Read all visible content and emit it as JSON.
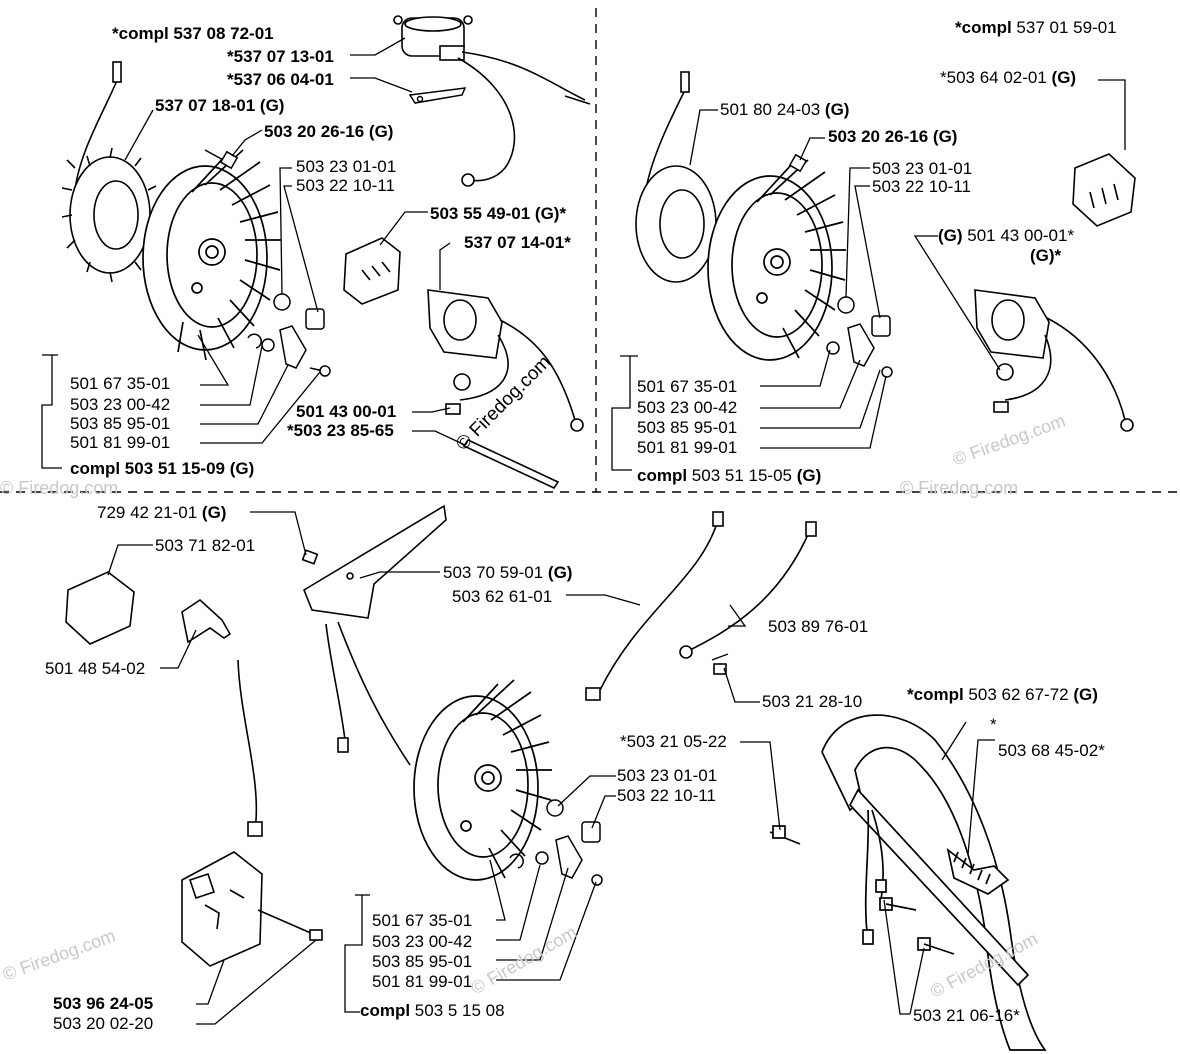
{
  "watermark": "© Firedog.com",
  "labels": {
    "compl_537_08_72_01": "*compl 537 08 72-01",
    "p537_07_13_01": "*537 07 13-01",
    "p537_06_04_01": "*537 06 04-01",
    "p537_07_18_01": "537 07 18-01 (G)",
    "tl_503_20_26_16": "503 20 26-16 (G)",
    "tl_503_23_01_01": "503 23 01-01",
    "tl_503_22_10_11": "503 22 10-11",
    "p503_55_49_01": "503 55 49-01 (G)*",
    "p537_07_14_01": "537 07 14-01*",
    "tl_501_67_35_01": "501 67 35-01",
    "tl_503_23_00_42": "503 23 00-42",
    "tl_503_85_95_01": "503 85 95-01",
    "tl_501_81_99_01": "501 81 99-01",
    "p501_43_00_01": "501 43 00-01",
    "p503_23_85_65": "*503 23 85-65",
    "compl_503_51_15_09": "compl 503 51 15-09 (G)",
    "compl_537_01_59_01_pre": "*compl",
    "compl_537_01_59_01_num": " 537 01 59-01",
    "p503_64_02_01_num": "*503 64 02-01 ",
    "p503_64_02_01_suffix": "(G)",
    "tr_501_80_24_03_num": "501 80 24-03 ",
    "tr_501_80_24_03_suffix": "(G)",
    "tr_503_20_26_16": "503 20 26-16 (G)",
    "tr_503_23_01_01": "503 23 01-01",
    "tr_503_22_10_11": "503 22 10-11",
    "tr_g_prefix": "(G)",
    "tr_501_43_00_01": " 501 43 00-01*",
    "tr_g_star": "(G)*",
    "tr_501_67_35_01": "501 67 35-01",
    "tr_503_23_00_42": "503 23 00-42",
    "tr_503_85_95_01": "503 85 95-01",
    "tr_501_81_99_01": "501 81 99-01",
    "compl_503_51_15_05_pre": "compl",
    "compl_503_51_15_05_num": " 503 51 15-05 ",
    "compl_503_51_15_05_suffix": "(G)",
    "b_729_42_21_01_num": "729 42 21-01 ",
    "b_729_42_21_01_suffix": "(G)",
    "b_503_71_82_01": "503 71 82-01",
    "b_503_70_59_01_num": "503 70 59-01 ",
    "b_503_70_59_01_suffix": "(G)",
    "b_503_62_61_01": "503 62 61-01",
    "b_503_89_76_01": "503 89 76-01",
    "b_501_48_54_02": "501 48 54-02",
    "b_503_21_28_10": "503 21 28-10",
    "compl_503_62_67_72_pre": "*compl",
    "compl_503_62_67_72_num": " 503 62 67-72 ",
    "compl_503_62_67_72_suffix": "(G)",
    "b_star": "*",
    "b_503_21_05_22": "*503 21 05-22",
    "b_503_68_45_02": "503 68 45-02*",
    "b_503_23_01_01": "503 23 01-01",
    "b_503_22_10_11": "503 22 10-11",
    "b_501_67_35_01": "501 67 35-01",
    "b_503_23_00_42": "503 23 00-42",
    "b_503_85_95_01": "503 85 95-01",
    "b_501_81_99_01": "501 81 99-01",
    "b_503_96_24_05": "503 96 24-05",
    "b_503_20_02_20": "503 20 02-20",
    "compl_503_51_15_bottom_pre": "compl",
    "compl_503_51_15_bottom_num": " 503 5  15 08",
    "b_503_21_06_16": "503 21 06-16*"
  }
}
